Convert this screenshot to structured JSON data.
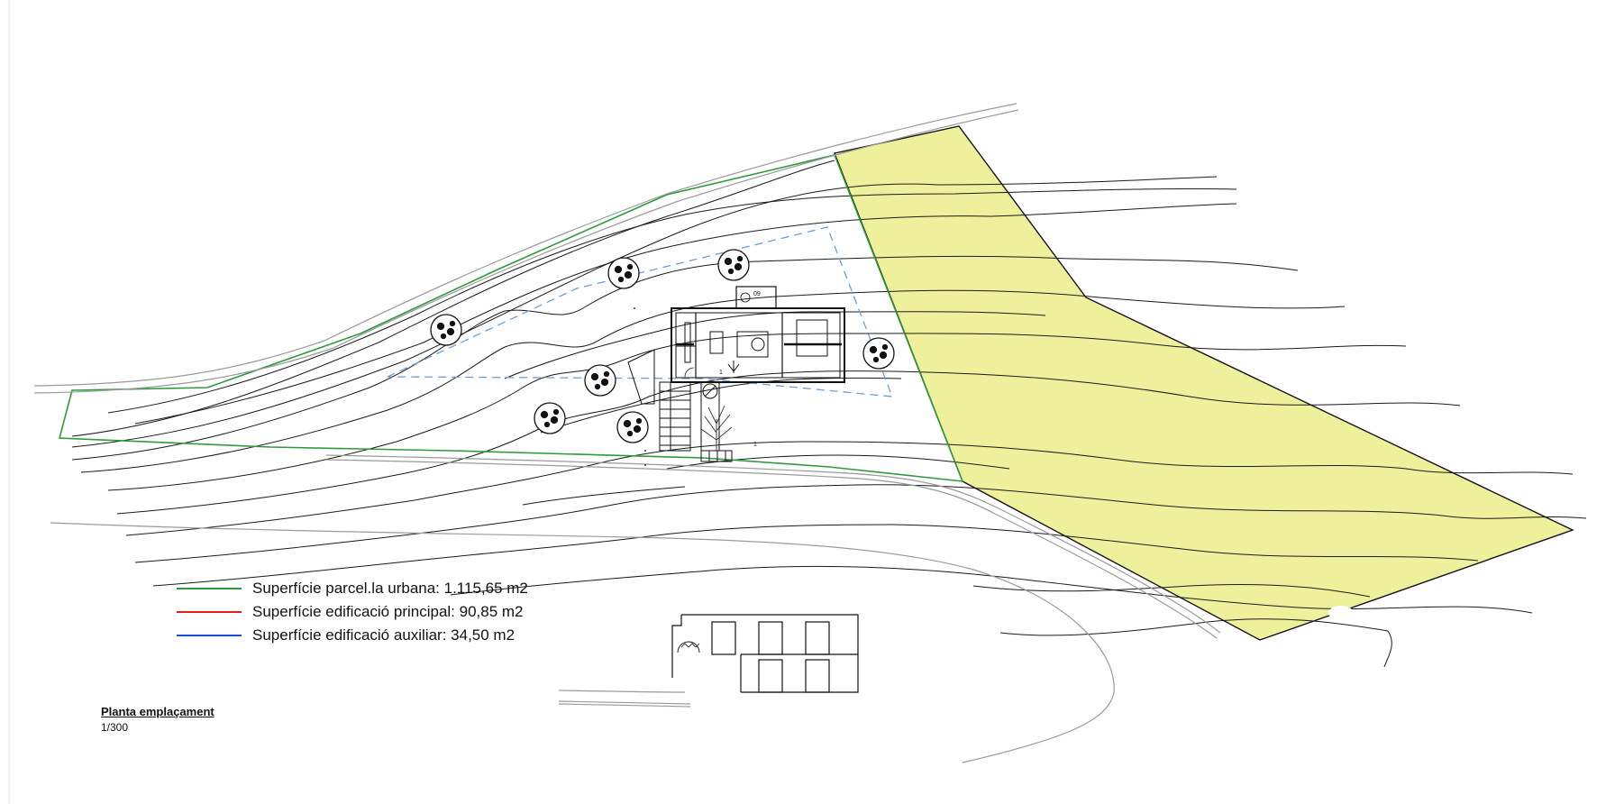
{
  "legend": {
    "items": [
      {
        "label": "Superfície parcel.la urbana: 1.115,65 m2",
        "color": "#2e9a3e"
      },
      {
        "label": "Superfície edificació principal: 90,85 m2",
        "color": "#e02020"
      },
      {
        "label": "Superfície edificació auxiliar: 34,50 m2",
        "color": "#1f4fd6"
      }
    ]
  },
  "title_block": {
    "title": "Planta emplaçament",
    "scale": "1/300"
  },
  "building": {
    "tag": "09",
    "num_a": "1",
    "num_b": "1"
  },
  "colors": {
    "zone_fill": "#eef09c",
    "parcel": "#2e9a3e",
    "contour": "#1a1a1a",
    "setback": "#6a9fd8",
    "road": "#9a9a9a"
  }
}
